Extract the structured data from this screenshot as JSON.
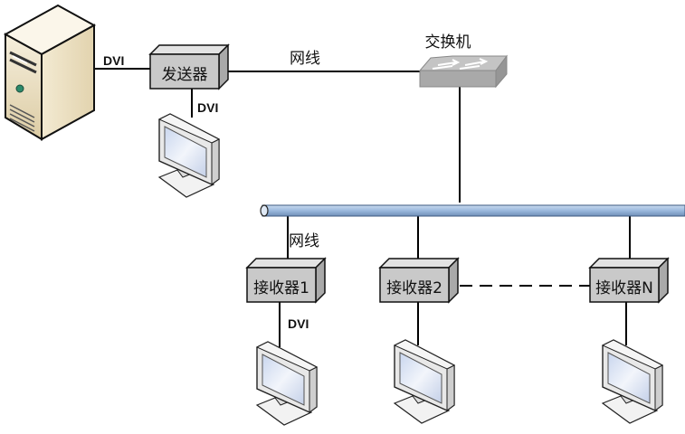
{
  "diagram": {
    "nodes": {
      "server": {
        "label": ""
      },
      "sender": {
        "label": "发送器"
      },
      "switch": {
        "label": "交换机"
      },
      "receivers": [
        {
          "label": "接收器1"
        },
        {
          "label": "接收器2"
        },
        {
          "label": "接收器N"
        }
      ]
    },
    "edge_labels": {
      "server_to_sender": "DVI",
      "sender_to_monitor": "DVI",
      "sender_to_switch": "网线",
      "bus_to_receiver1": "网线",
      "receiver1_to_monitor": "DVI"
    },
    "colors": {
      "box_fill": "#c8c8c8",
      "box_top": "#e0e0e0",
      "box_side": "#a8a8a8",
      "bus_fill": "#9db8d8",
      "line": "#000000",
      "server_fill": "#efe4c8"
    }
  }
}
